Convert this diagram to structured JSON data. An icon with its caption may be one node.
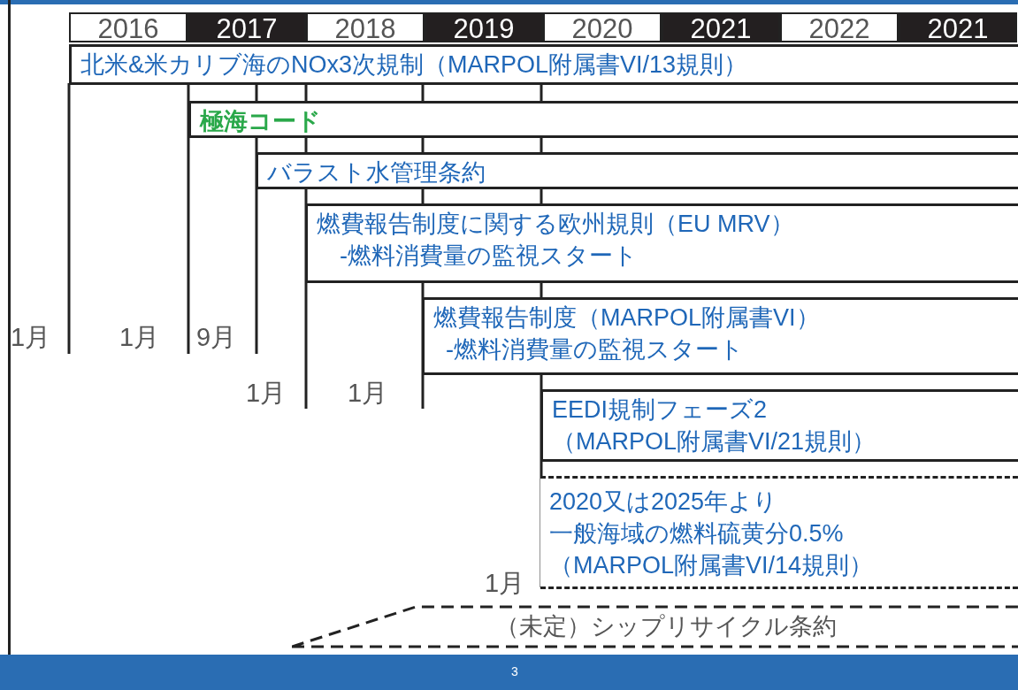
{
  "diagram": {
    "nodes": [
      {
        "text": [
          "北米&米カリブ海のNOx3次規制（MARPOL附属書VI/13規則）"
        ]
      },
      {
        "text": [
          "極海コード"
        ]
      },
      {
        "text": [
          "バラスト水管理条約"
        ]
      },
      {
        "text": [
          "燃費報告制度に関する欧州規則（EU MRV）",
          "-燃料消費量の監視スタート"
        ]
      },
      {
        "text": [
          "燃費報告制度（MARPOL附属書VI）",
          "-燃料消費量の監視スタート"
        ]
      },
      {
        "text": [
          "EEDI規制フェーズ2",
          "（MARPOL附属書VI/21規則）"
        ]
      },
      {
        "text": [
          "2020又は2025年より",
          "一般海域の燃料硫黄分0.5%",
          "（MARPOL附属書VI/14規則）"
        ]
      },
      {
        "text": [
          "（未定）シップリサイクル条約"
        ]
      }
    ],
    "labels": [
      "2016",
      "2017",
      "2018",
      "2019",
      "2020",
      "2021",
      "2022",
      "2021",
      "1月",
      "1月",
      "9月",
      "1月",
      "1月",
      "1月",
      "3"
    ]
  }
}
